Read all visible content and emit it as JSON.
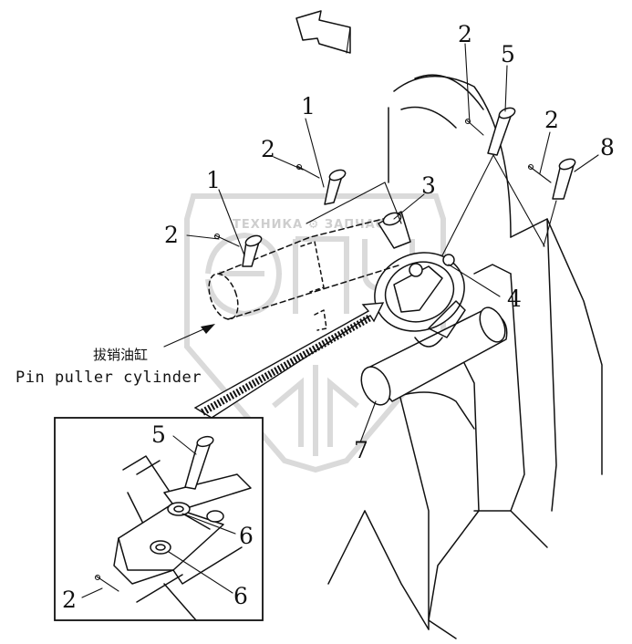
{
  "watermark": {
    "brand_text": "ТЕХНИКА ⚙ ЗАПЧАСТИ"
  },
  "callouts": {
    "c1a": "1",
    "c1b": "1",
    "c2a": "2",
    "c2b": "2",
    "c2c": "2",
    "c2d": "2",
    "c2e": "2",
    "c3": "3",
    "c4": "4",
    "c5a": "5",
    "c5b": "5",
    "c6a": "6",
    "c6b": "6",
    "c7": "7",
    "c8": "8"
  },
  "caption": {
    "chinese": "拔销油缸",
    "english": "Pin puller cylinder"
  }
}
